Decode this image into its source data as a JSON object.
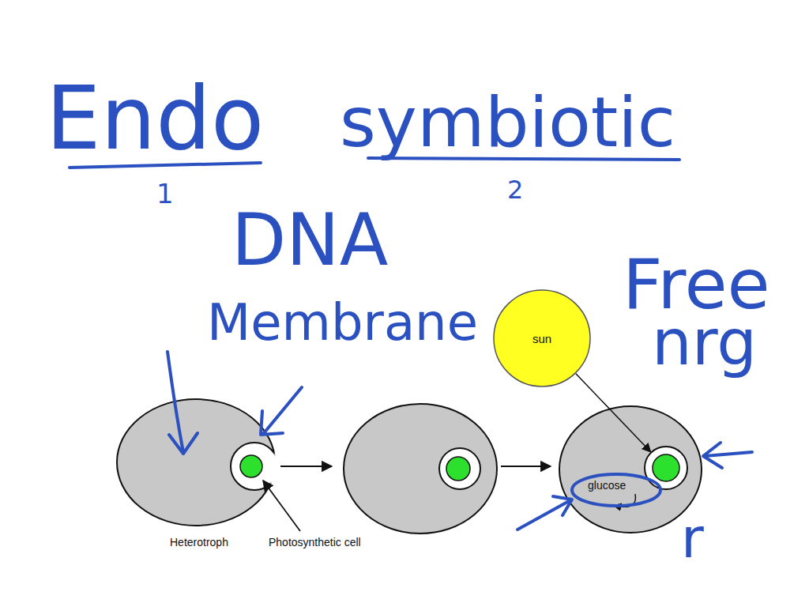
{
  "diagram": {
    "nodes": [
      {
        "text": [
          "sun"
        ]
      },
      {
        "text": [
          "glucose"
        ]
      }
    ],
    "edges": [
      {
        "from": 0,
        "to": 1,
        "arrow": "to"
      }
    ],
    "labels": [
      "Endo",
      "1",
      "symbiotic",
      "2",
      "DNA",
      "Membrane",
      "Free",
      "nrg",
      "Heterotroph",
      "Photosynthetic cell",
      "r"
    ]
  }
}
